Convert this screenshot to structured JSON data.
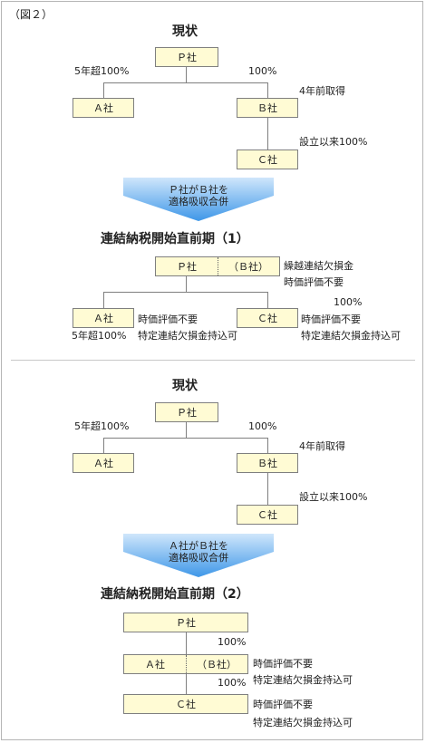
{
  "figure_label": "（図２）",
  "top": {
    "current": {
      "title": "現状",
      "p": "Ｐ社",
      "a": "Ａ社",
      "b": "Ｂ社",
      "c": "Ｃ社",
      "lbl_a": "5年超100%",
      "lbl_b": "100%",
      "lbl_b_right": "4年前取得",
      "lbl_c": "設立以来100%"
    },
    "arrow_text": [
      "Ｐ社がＢ社を",
      "適格吸収合併"
    ],
    "after": {
      "title": "連結納税開始直前期（1）",
      "p": "Ｐ社",
      "b_paren": "（Ｂ社）",
      "note1": "繰越連結欠損金",
      "note2": "時価評価不要",
      "a": "Ａ社",
      "c": "Ｃ社",
      "a_note": "時価評価不要",
      "a_bottom": "5年超100%",
      "a_bottom2": "特定連結欠損金持込可",
      "c_top": "100%",
      "c_note": "時価評価不要",
      "c_bottom": "特定連結欠損金持込可"
    }
  },
  "bottom": {
    "current": {
      "title": "現状",
      "p": "Ｐ社",
      "a": "Ａ社",
      "b": "Ｂ社",
      "c": "Ｃ社",
      "lbl_a": "5年超100%",
      "lbl_b": "100%",
      "lbl_b_right": "4年前取得",
      "lbl_c": "設立以来100%"
    },
    "arrow_text": [
      "Ａ社がＢ社を",
      "適格吸収合併"
    ],
    "after": {
      "title": "連結納税開始直前期（2）",
      "p": "Ｐ社",
      "pct1": "100%",
      "a": "Ａ社",
      "b_paren": "（Ｂ社）",
      "mid_note1": "時価評価不要",
      "mid_note2": "特定連結欠損金持込可",
      "pct2": "100%",
      "c": "Ｃ社",
      "c_note1": "時価評価不要",
      "c_note2": "特定連結欠損金持込可"
    }
  }
}
